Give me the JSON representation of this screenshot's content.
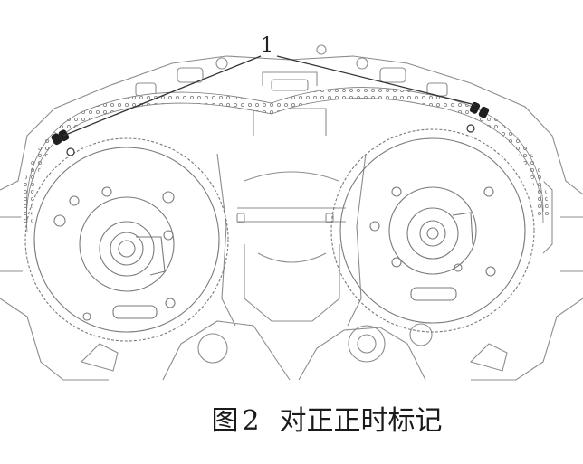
{
  "figure": {
    "callout_label": "1",
    "caption_prefix": "图",
    "caption_number": "2",
    "caption_text": "对正正时标记"
  },
  "colors": {
    "line": "#7a7a7a",
    "ink": "#1f1f1f",
    "background": "#ffffff"
  }
}
